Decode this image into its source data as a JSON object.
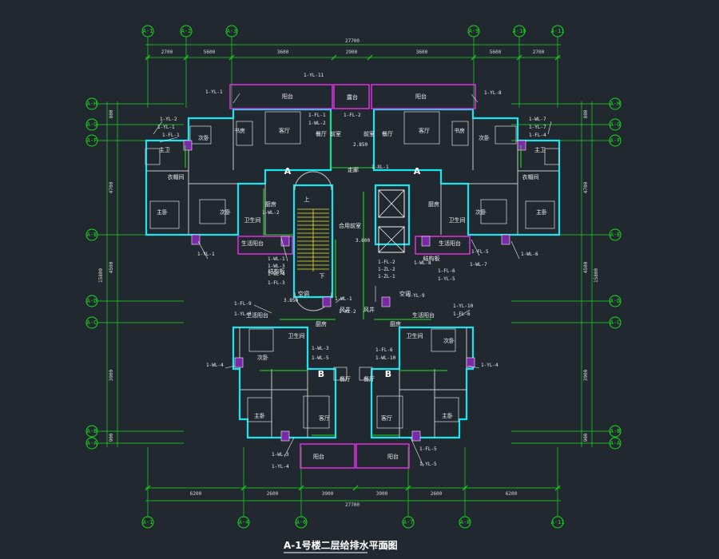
{
  "drawing": {
    "title": "A-1号楼二层给排水平面图",
    "scale": "1:100",
    "background": "#212830",
    "colors": {
      "axis": "#18e018",
      "wall": "#16e6f0",
      "balcony": "#e030e0",
      "pipe": "#18e018",
      "text": "#f2f2f2",
      "fixture": "#c8c8c8",
      "tag": "#ffffff"
    },
    "axes": {
      "top": [
        "A-1",
        "A-2",
        "A-3",
        "A-9",
        "A-10",
        "A-11"
      ],
      "bottom": [
        "A-1",
        "A-4",
        "A-6",
        "A-7",
        "A-8",
        "A-11"
      ],
      "left": [
        "A-H",
        "A-G",
        "A-F",
        "A-E",
        "A-D",
        "A-C",
        "A-B",
        "A-A"
      ],
      "right": [
        "A-H",
        "A-G",
        "A-F",
        "A-E",
        "A-D",
        "A-C",
        "A-B",
        "A-A"
      ]
    },
    "dimensions": {
      "top_total": "27700",
      "bottom_total": "27700",
      "top_segments": [
        "2700",
        "5600",
        "3600",
        "2900",
        "3600",
        "5600",
        "2700"
      ],
      "bottom_segments": [
        "6200",
        "2600",
        "3900",
        "3900",
        "2600",
        "6200"
      ],
      "left_segments": [
        "800",
        "4700",
        "4500",
        "3900",
        "900"
      ],
      "right_segments": [
        "800",
        "4700",
        "4500",
        "3900",
        "900"
      ],
      "left_total": "15800",
      "right_total": "15800"
    },
    "unit_labels": [
      "A",
      "A",
      "B",
      "B"
    ],
    "rooms": [
      "阳台",
      "阳台",
      "阳台",
      "阳台",
      "客厅",
      "客厅",
      "客厅",
      "客厅",
      "书房",
      "书房",
      "次卧",
      "次卧",
      "次卧",
      "次卧",
      "次卧",
      "次卧",
      "主卧",
      "主卧",
      "主卧",
      "主卧",
      "主卫",
      "主卫",
      "衣帽间",
      "衣帽间",
      "厨房",
      "厨房",
      "厨房",
      "厨房",
      "卫生间",
      "卫生间",
      "卫生间",
      "卫生间",
      "生活阳台",
      "生活阳台",
      "生活阳台",
      "生活阳台",
      "餐厅",
      "餐厅",
      "餐厅",
      "餐厅",
      "前室",
      "前室",
      "合用前室",
      "走廊",
      "露台",
      "上",
      "下",
      "空调",
      "空调",
      "结构板",
      "结构板",
      "风井",
      "风井"
    ],
    "pipe_tags": [
      "1-YL-11",
      "1-YL-1",
      "1-YL-2",
      "1-YL-1",
      "1-FL-1",
      "1-FL-1",
      "1-WL-2",
      "1-YL-8",
      "1-WL-7",
      "1-YL-7",
      "1-FL-4",
      "1-FL-2",
      "1-YL-1",
      "1-WL-1",
      "1-WL-3",
      "1-WL-2",
      "1-FL-3",
      "1-WL-4",
      "1-XL-1",
      "1-FL-5",
      "1-WL-6",
      "1-WL-7",
      "1-YL-9",
      "1-FL-6",
      "1-YL-5",
      "1-FL-2",
      "1-ZL-1",
      "1-ZL-2",
      "1-XL-2",
      "1-FL-9",
      "1-YL-10",
      "1-FL-6",
      "1-YL-3",
      "1-WL-3",
      "1-WL-5",
      "1-FL-6",
      "1-WL-10",
      "1-WL-4",
      "1-YL-4",
      "1-WL-3",
      "1-YL-4",
      "1-YL-5",
      "1-FL-5",
      "1-WL-8",
      "1-WL-1"
    ],
    "elevations": [
      "2.850",
      "3.600",
      "3.850"
    ]
  }
}
